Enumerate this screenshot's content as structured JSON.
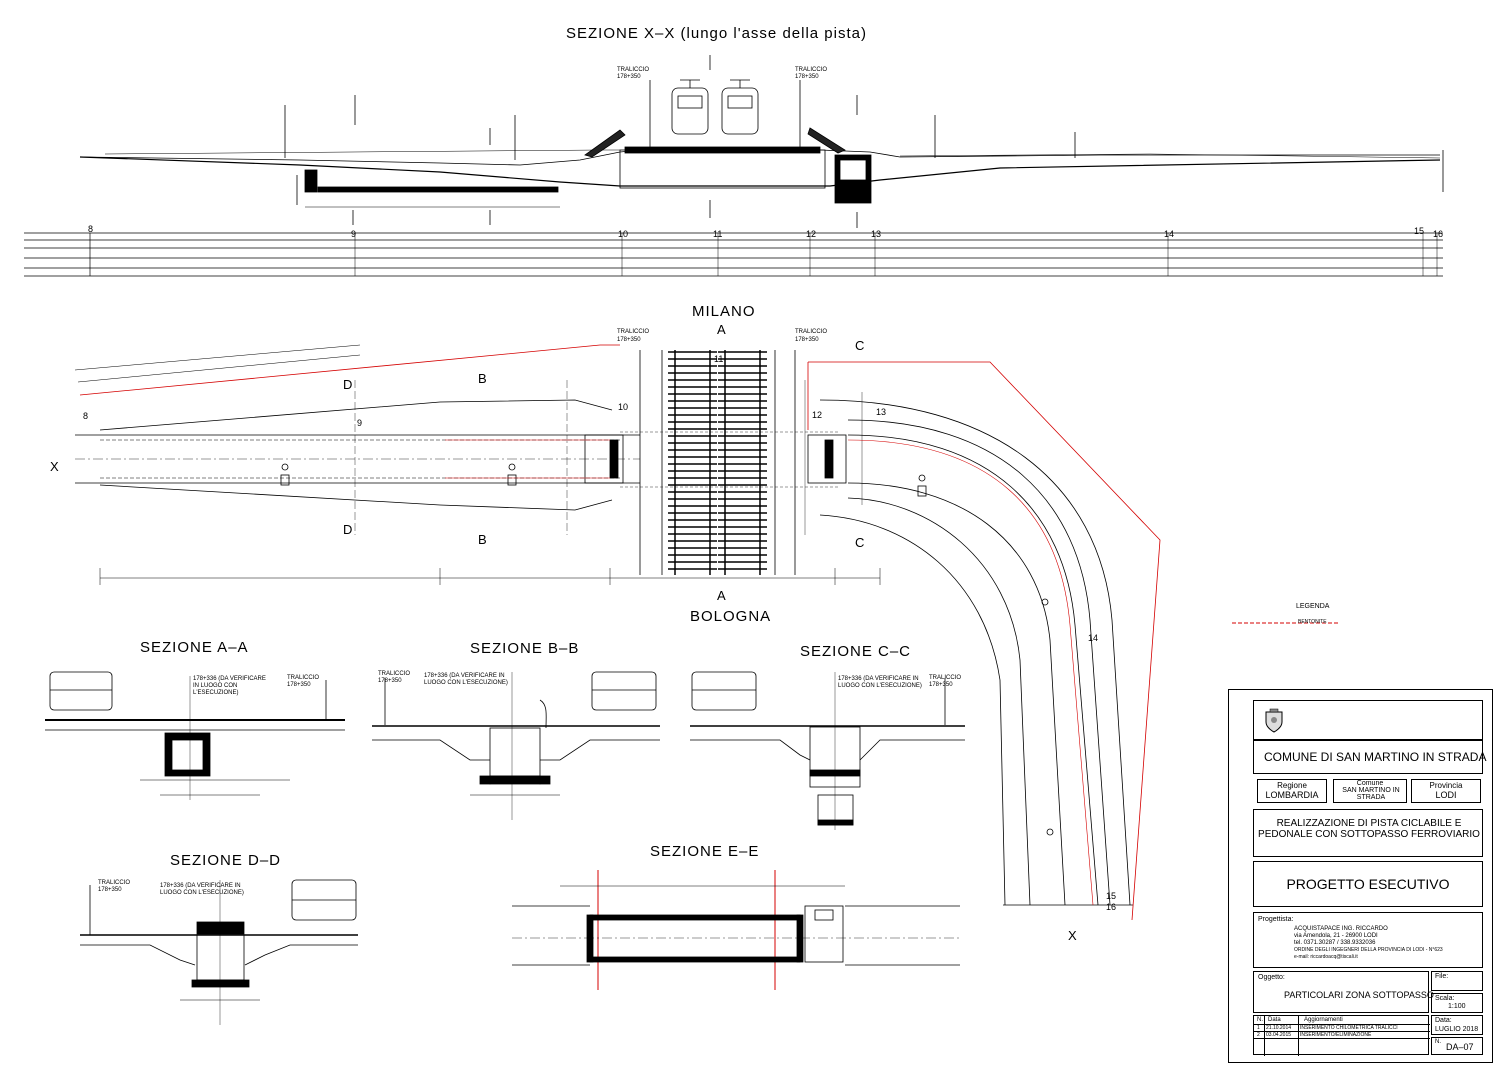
{
  "sections": {
    "xx": "SEZIONE X–X (lungo l'asse della pista)",
    "aa": "SEZIONE A–A",
    "bb": "SEZIONE B–B",
    "cc": "SEZIONE C–C",
    "dd": "SEZIONE D–D",
    "ee": "SEZIONE E–E"
  },
  "plan": {
    "north": "MILANO",
    "south": "BOLOGNA",
    "traliccio_label": "TRALICCIO",
    "traliccio_km": "178+350",
    "section_markers": [
      "A",
      "A",
      "B",
      "B",
      "C",
      "C",
      "D",
      "D",
      "X",
      "X"
    ],
    "station_numbers": [
      "8",
      "9",
      "10",
      "11",
      "12",
      "13",
      "14",
      "15",
      "16"
    ]
  },
  "profile_table": {
    "station_numbers": [
      "8",
      "9",
      "10",
      "11",
      "12",
      "13",
      "14",
      "15",
      "16"
    ]
  },
  "legend": {
    "title": "LEGENDA",
    "item": "BENTONITE"
  },
  "section_notes": {
    "traliccio": "TRALICCIO",
    "traliccio_km": "178+350",
    "km_note": "178+336 (DA VERIFICARE IN LUOGO CON L'ESECUZIONE)"
  },
  "titleblock": {
    "municipality": "COMUNE DI SAN MARTINO IN STRADA",
    "regione_label": "Regione",
    "regione": "LOMBARDIA",
    "comune_label": "Comune",
    "comune": "SAN MARTINO IN STRADA",
    "provincia_label": "Provincia",
    "provincia": "LODI",
    "project_title": "REALIZZAZIONE DI PISTA CICLABILE E PEDONALE CON SOTTOPASSO FERROVIARIO",
    "phase": "PROGETTO ESECUTIVO",
    "progettista_label": "Progettista:",
    "progettista_lines": [
      "ACQUISTAPACE ING. RICCARDO",
      "via Amendola, 21 - 26900 LODI",
      "tel. 0371.30287 / 338.9332036",
      "ORDINE DEGLI INGEGNERI DELLA PROVINCIA DI LODI - N°623",
      "e-mail: riccardoacq@tiscali.it"
    ],
    "oggetto_label": "Oggetto:",
    "oggetto": "PARTICOLARI ZONA SOTTOPASSO",
    "file_label": "File:",
    "scala_label": "Scala:",
    "scala": "1:100",
    "rev_headers": [
      "N.",
      "Data",
      "Aggiornamenti"
    ],
    "revisions": [
      {
        "n": "1",
        "data": "21.10.2014",
        "desc": "INSERIMENTO CHILOMETRICA TRALICCI"
      },
      {
        "n": "2",
        "data": "03.04.2015",
        "desc": "INSERIMENTO/ELIMINAZIONE"
      }
    ],
    "date_label": "Data:",
    "date": "LUGLIO 2018",
    "sheet_label": "N.",
    "sheet": "DA–07"
  },
  "colors": {
    "line": "#000000",
    "red": "#d40000",
    "grey": "#555555"
  }
}
